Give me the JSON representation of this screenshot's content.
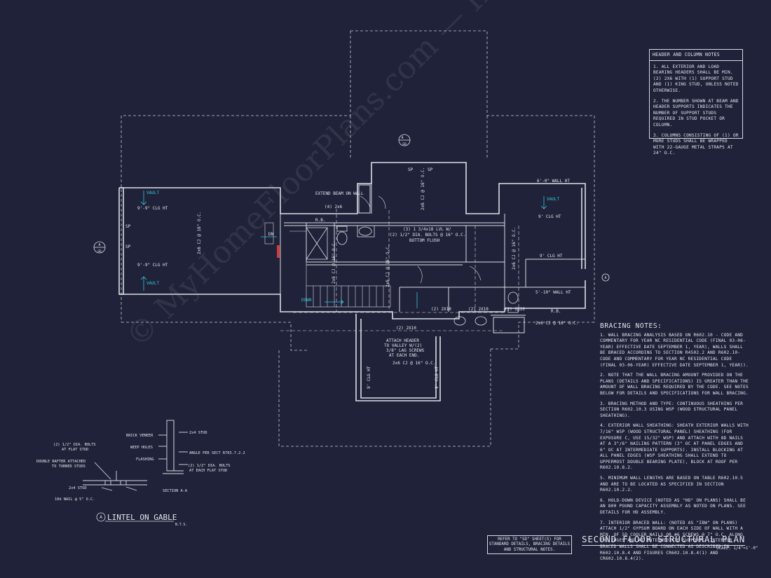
{
  "plan": {
    "labels": {
      "vault_top_left": "VAULT",
      "vault_bottom_left": "VAULT",
      "vault_right": "VAULT",
      "clg_left_top": "9'-9\" CLG HT",
      "clg_left_bottom": "9'-9\" CLG HT",
      "clg_right_top": "9' CLG HT",
      "clg_right_mid": "9' CLG HT",
      "wall_ht_top": "6'-0\" WALL HT",
      "wall_ht_bottom": "5'-10\" WALL HT",
      "cj_left": "2x6 CJ @ 16\" O.C.",
      "cj_top": "2x6 CJ @ 16\" O.C.",
      "cj_center": "2x6 CJ @ 16\" O.C.",
      "cj_right": "2x6 CJ @ 16\" O.C.",
      "cj_bottom_right": "2x6 CJ @ 16\" O.C.",
      "cj_lower": "2x6 CJ @ 16\" O.C.",
      "clg_lower_left": "9' CLG HT",
      "clg_lower_right": "9' CLG HT",
      "extend_beam": "EXTEND BEAM ON WALL",
      "two_2x6": "(4) 2x6",
      "lvl_beam_1": "(3) 1 3/4x18 LVL W/",
      "lvl_beam_2": "(2) 1/2\" DIA. BOLTS @ 16\" O.C.",
      "lvl_beam_3": "BOTTOM FLUSH",
      "down": "DOWN",
      "dn": "DN",
      "header_2x10_a": "(2) 2X10",
      "header_2x10_b": "(2) 2X10",
      "header_2x10_c": "(2) 2X10",
      "header_2x10_d": "(2) 2X10",
      "attach_header_1": "ATTACH HEADER",
      "attach_header_2": "TO VALLEY W/(2)",
      "attach_header_3": "3/8\" LAG SCREWS",
      "attach_header_4": "AT EACH END.",
      "rb_left": "R.B.",
      "rb_right": "R.B.",
      "sp": "SP",
      "section_mark": "A",
      "section_sheet": "SD"
    },
    "detail": {
      "brick_veneer": "BRICK VENEER",
      "weep_holes": "WEEP HOLES",
      "flashing": "FLASHING",
      "angle": "ANGLE PER SECT R703.7.2.2",
      "stud_2x4_top": "2x4 STUD",
      "bolts_left_1": "(2) 1/2\" DIA. BOLTS",
      "bolts_left_2": "AT FLAT STUD",
      "rafter_1": "DOUBLE RAFTER ATTACHED",
      "rafter_2": "TO TURNED STUDS",
      "bolts_right_1": "(2) 1/2\" DIA. BOLTS",
      "bolts_right_2": "AT EACH FLAT STUD",
      "stud_2x4_bottom": "2x4 STUD",
      "nail": "10d NAIL @ 5\" O.C.",
      "section_a": "SECTION A-A",
      "title": "LINTEL ON GABLE",
      "nts": "N.T.S.",
      "tag": "A"
    }
  },
  "header_notes": {
    "title": "HEADER AND COLUMN NOTES",
    "items": [
      "1. ALL EXTERIOR AND LOAD BEARING HEADERS SHALL BE MIN. (2) 2x6 WITH (1) SUPPORT STUD AND (1) KING STUD, UNLESS NOTED OTHERWISE.",
      "2. THE NUMBER SHOWN AT BEAM AND HEADER SUPPORTS INDICATES THE NUMBER OF SUPPORT STUDS REQUIRED IN STUD POCKET OR COLUMN.",
      "3. COLUMNS CONSISTING OF (1) OR MORE STUDS SHALL BE WRAPPED WITH 22-GAUGE METAL STRAPS AT 24\" O.C."
    ]
  },
  "bracing_notes": {
    "title": "BRACING NOTES:",
    "items": [
      "1. WALL BRACING ANALYSIS BASED ON R602.10 - CODE AND COMMENTARY FOR YEAR NC RESIDENTIAL CODE (FINAL 03-06-YEAR) EFFECTIVE DATE SEPTEMBER 1, YEAR), WALLS SHALL BE BRACED ACCORDING TO SECTION R4502.2 AND R602.10- CODE AND COMMENTARY FOR YEAR NC RESIDENTIAL CODE (FINAL 03-06-YEAR) EFFECTIVE DATE SEPTEMBER 1, YEAR)).",
      "2. NOTE THAT THE WALL BRACING AMOUNT PROVIDED ON THE PLANS (DETAILS AND SPECIFICATIONS) IS GREATER THAN THE AMOUNT OF WALL BRACING REQUIRED BY THE CODE. SEE NOTES BELOW FOR DETAILS AND SPECIFICATIONS FOR WALL BRACING.",
      "3. BRACING METHOD AND TYPE: CONTINUOUS SHEATHING PER SECTION R602.10.3 USING WSP (WOOD STRUCTURAL PANEL SHEATHING).",
      "4. EXTERIOR WALL SHEATHING: SHEATH EXTERIOR WALLS WITH 7/16\" WSP (WOOD STRUCTURAL PANEL) SHEATHING (FOR EXPOSURE C, USE 15/32\" WSP) AND ATTACH WITH 8d NAILS AT A 3\"/6\" NAILING PATTERN (3\" OC AT PANEL EDGES AND 6\" OC AT INTERMEDIATE SUPPORTS). INSTALL BLOCKING AT ALL PANEL EDGES (WSP SHEATHING SHALL EXTEND TO UPPERMOST DOUBLE BEARING PLATE), BLOCK AT ROOF PER R602.10.8.2.",
      "5. MINIMUM WALL LENGTHS ARE BASED ON TABLE R602.10.5 AND ARE TO BE LOCATED AS SPECIFIED IN SECTION R602.10.2.2.",
      "6. HOLD-DOWN DEVICE (NOTED AS \"HD\" ON PLANS) SHALL BE AN 800 POUND CAPACITY ASSEMBLY AS NOTED ON PLANS. SEE DETAILS FOR HD ASSEMBLY.",
      "7. INTERIOR BRACED WALL: (NOTED AS \"IBW\" ON PLANS) ATTACH 1/2\" GYPSUM BOARD ON EACH SIDE OF WALL WITH A MIN. OF 5d COOLER NAILS OR #6 SCREWS @ 7\" O.C. ALONG THE EDGES AND AT INTERMEDIATE SUPPORTS. INTERIOR BRACED WALLS SHALL BE CONNECTED AS DESCRIBED IN R602.10.8.4 AND FIGURES CR602.10.8.4(1) AND CR602.10.8.4(2)."
    ]
  },
  "refer_box": {
    "text": "REFER TO \"SD\" SHEET(S) FOR STANDARD DETAILS, BRACING DETAILS AND STRUCTURAL NOTES."
  },
  "title_block": {
    "title": "SECOND FLOOR STRUCTURAL PLAN",
    "scale": "SCALE: 1/4\"=1'-0\""
  },
  "watermark": {
    "text": "© MyHomeFloorPlans.com — ILLEGAL to use for Construction — May be used for Illustration"
  },
  "colors": {
    "background": "#1f2238",
    "line": "#dcdfe8",
    "accent_cyan": "#34c6dc",
    "accent_red": "#d23a3a"
  }
}
